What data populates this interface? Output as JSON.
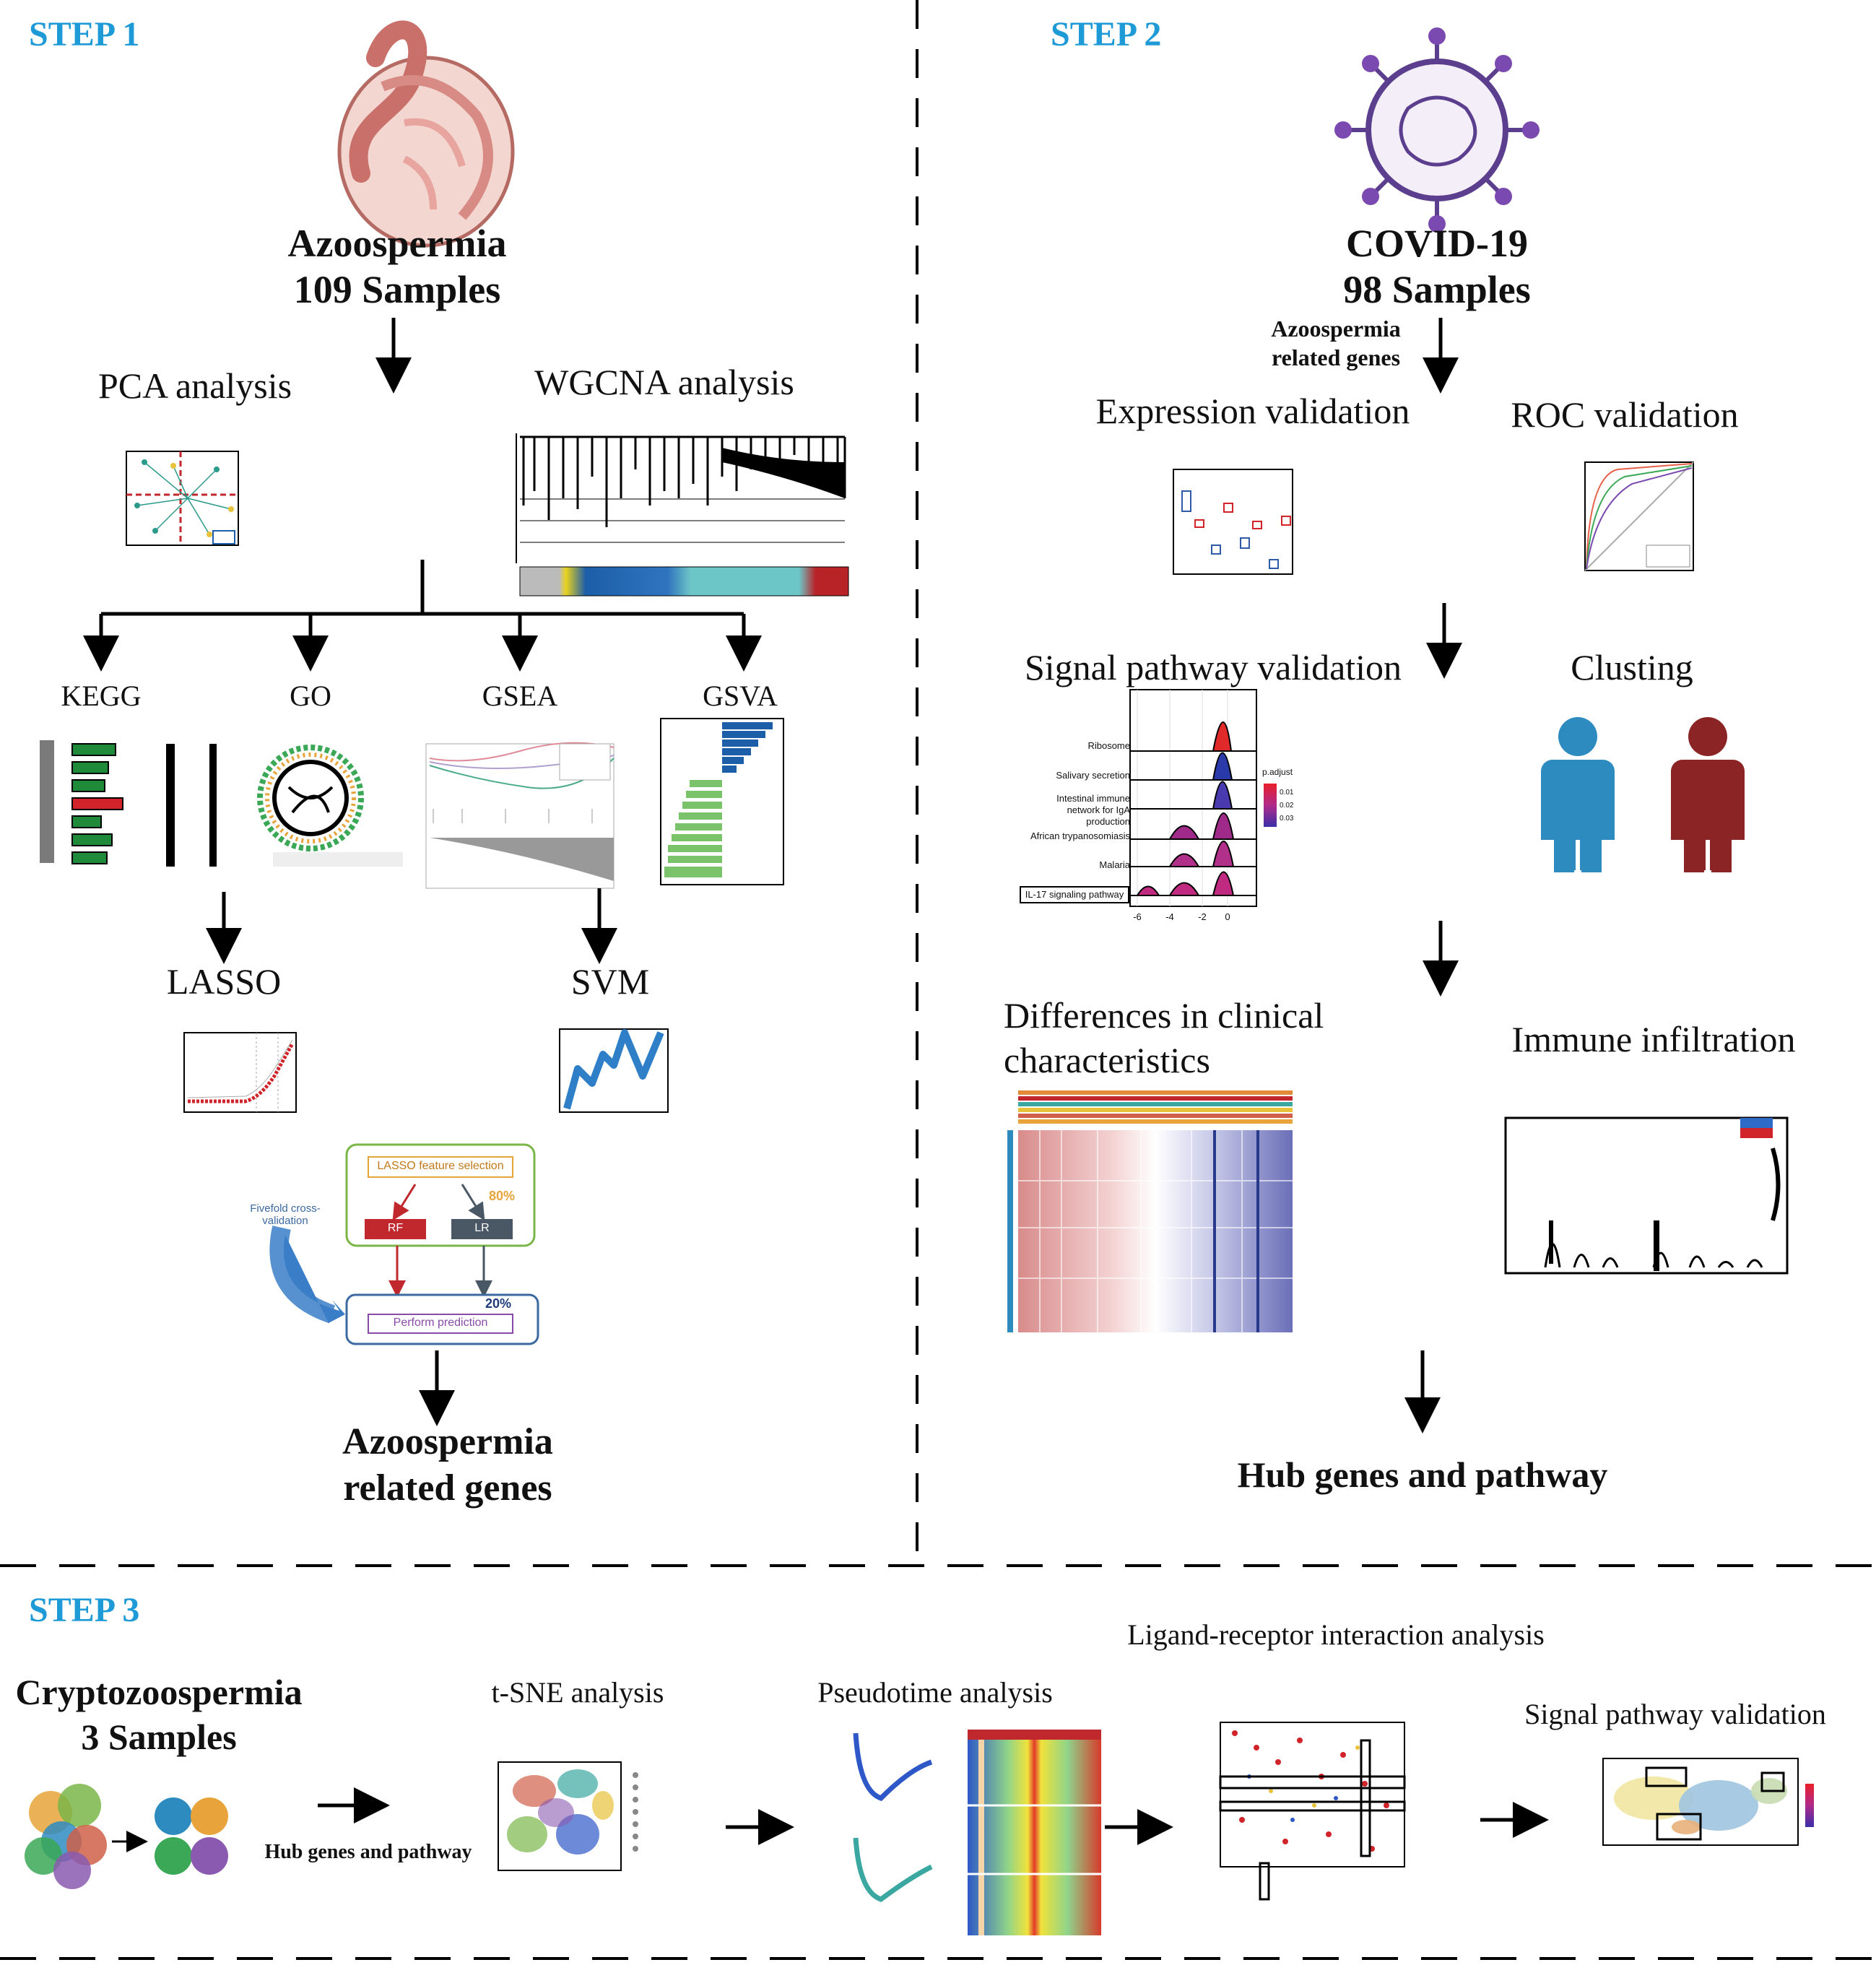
{
  "step1": {
    "label": "STEP 1",
    "dataset_name": "Azoospermia",
    "dataset_samples": "109 Samples",
    "pca": "PCA analysis",
    "wgcna": "WGCNA analysis",
    "kegg": "KEGG",
    "go": "GO",
    "gsea": "GSEA",
    "gsva": "GSVA",
    "lasso": "LASSO",
    "svm": "SVM",
    "flow": {
      "feature_selection": "LASSO feature selection",
      "train_pct": "80%",
      "test_pct": "20%",
      "rf": "RF",
      "lr": "LR",
      "cv": "Fivefold cross-validation",
      "predict": "Perform prediction"
    },
    "result": "Azoospermia related genes"
  },
  "step2": {
    "label": "STEP 2",
    "dataset_name": "COVID-19",
    "dataset_samples": "98 Samples",
    "input_genes": "Azoospermia related genes",
    "expression": "Expression validation",
    "roc": "ROC validation",
    "signal": "Signal pathway validation",
    "clusting": "Clusting",
    "clinical": "Differences in clinical characteristics",
    "immune": "Immune infiltration",
    "result": "Hub genes and pathway",
    "ridge_labels": [
      "Ribosome",
      "Salivary secretion",
      "Intestinal immune network for IgA production",
      "African trypanosomiasis",
      "Malaria",
      "IL-17 signaling pathway"
    ],
    "ridge_ticks": [
      "-6",
      "-4",
      "-2",
      "0"
    ],
    "ridge_legend": "p.adjust",
    "ridge_legend_ticks": [
      "0.01",
      "0.02",
      "0.03"
    ]
  },
  "step3": {
    "label": "STEP 3",
    "dataset_name": "Cryptozoospermia",
    "dataset_samples": "3 Samples",
    "input": "Hub genes and pathway",
    "tsne": "t-SNE analysis",
    "pseudotime": "Pseudotime analysis",
    "ligand": "Ligand-receptor interaction analysis",
    "signal": "Signal pathway validation"
  },
  "colors": {
    "step": "#1e9ad6",
    "cluster_a": "#2e8bc0",
    "cluster_b": "#8b2525",
    "virus": "#5b3e8e",
    "rf_red": "#c0282d",
    "lr_gray": "#4a5865",
    "flow_green": "#7ab648",
    "flow_blue": "#3b6aa0",
    "flow_orange": "#e8a33a"
  }
}
